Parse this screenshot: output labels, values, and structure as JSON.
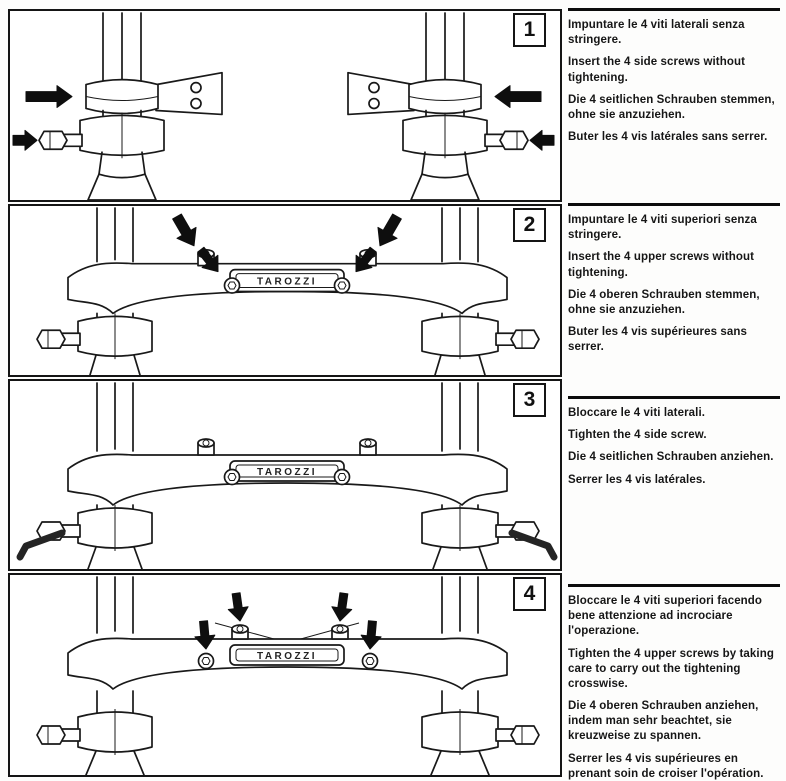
{
  "drawing": {
    "brand_label": "TAROZZI"
  },
  "steps": [
    {
      "number": "1",
      "it": "Impuntare le 4 viti laterali senza stringere.",
      "en": "Insert the 4 side screws without tightening.",
      "de": "Die 4 seitlichen Schrauben stemmen, ohne sie anzuziehen.",
      "fr": "Buter les 4 vis latérales sans serrer."
    },
    {
      "number": "2",
      "it": "Impuntare le 4 viti superiori senza stringere.",
      "en": "Insert the 4 upper screws without tightening.",
      "de": "Die 4 oberen Schrauben stemmen, ohne sie anzuziehen.",
      "fr": "Buter les 4 vis supérieures sans serrer."
    },
    {
      "number": "3",
      "it": "Bloccare le 4 viti laterali.",
      "en": "Tighten the 4 side screw.",
      "de": "Die 4 seitlichen Schrauben anziehen.",
      "fr": "Serrer les 4 vis latérales."
    },
    {
      "number": "4",
      "it": "Bloccare le 4 viti superiori facendo bene attenzione ad incrociare l'operazione.",
      "en": "Tighten the 4 upper screws by taking care to carry out the tightening crosswise.",
      "de": "Die 4 oberen Schrauben anziehen, indem man sehr beachtet, sie kreuzweise zu spannen.",
      "fr": "Serrer les 4 vis supérieures en prenant soin de croiser l'opération."
    }
  ]
}
